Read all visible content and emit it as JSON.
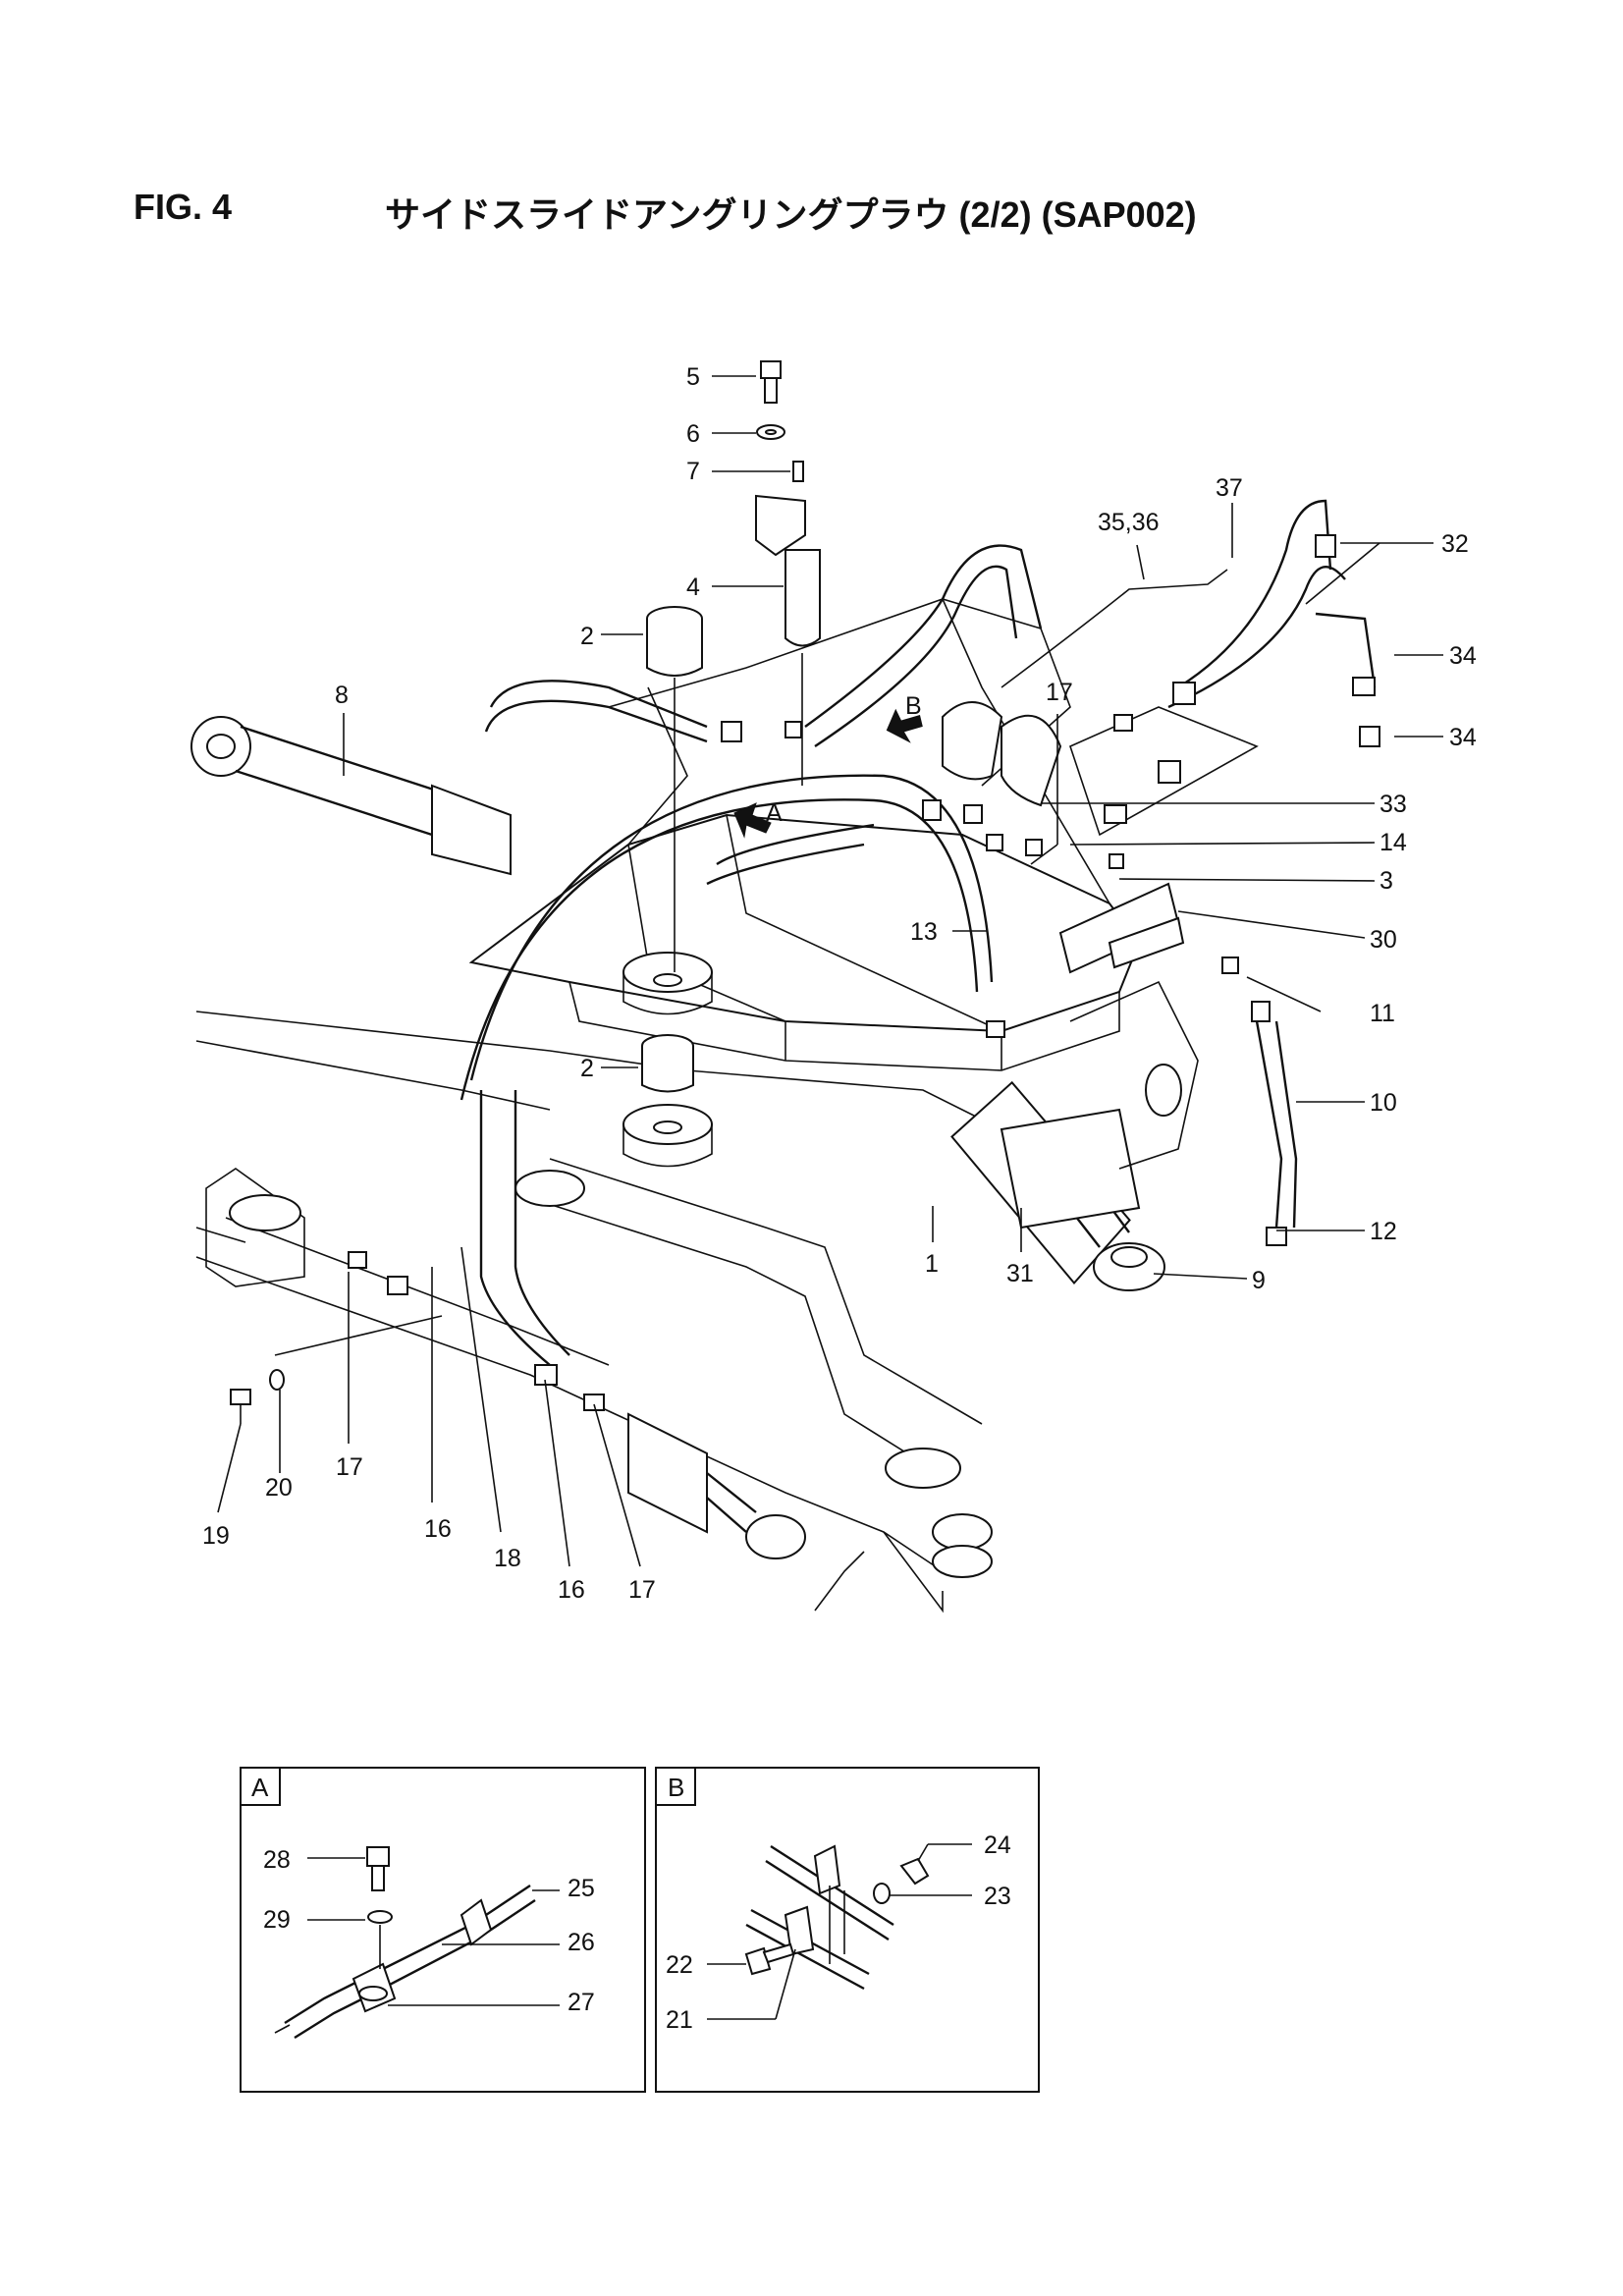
{
  "header": {
    "fig": "FIG. 4",
    "title": "サイドスライドアングリングプラウ (2/2) (SAP002)"
  },
  "callouts": {
    "c5": "5",
    "c6": "6",
    "c7": "7",
    "c4": "4",
    "c2a": "2",
    "c2b": "2",
    "c8": "8",
    "c3536": "35,36",
    "c37": "37",
    "c32": "32",
    "c34a": "34",
    "c34b": "34",
    "c17a": "17",
    "cB": "B",
    "cA": "A",
    "c33": "33",
    "c14": "14",
    "c3": "3",
    "c13": "13",
    "c30": "30",
    "c11": "11",
    "c10": "10",
    "c12": "12",
    "c9": "9",
    "c31": "31",
    "c1": "1",
    "c17b": "17",
    "c20": "20",
    "c19": "19",
    "c16a": "16",
    "c18": "18",
    "c16b": "16",
    "c17c": "17"
  },
  "detail_a": {
    "label": "A",
    "callouts": {
      "c28": "28",
      "c29": "29",
      "c25": "25",
      "c26": "26",
      "c27": "27"
    }
  },
  "detail_b": {
    "label": "B",
    "callouts": {
      "c24": "24",
      "c23": "23",
      "c22": "22",
      "c21": "21"
    }
  }
}
